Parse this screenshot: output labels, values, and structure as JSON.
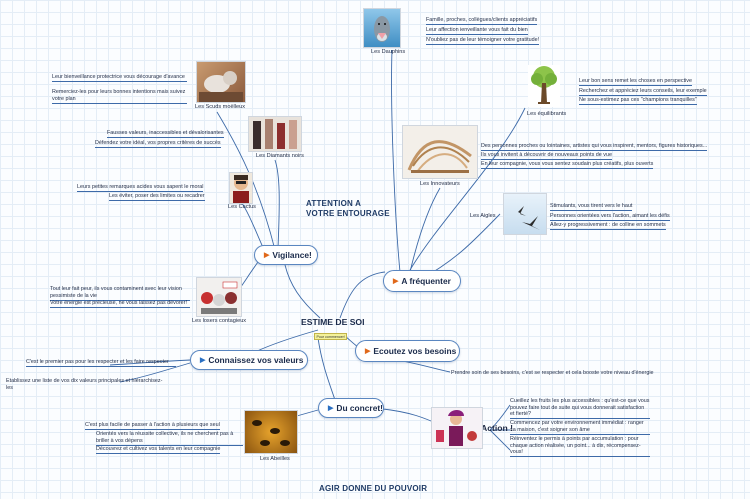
{
  "center": {
    "title": "ESTIME DE SOI",
    "badge": "Pour commencer!"
  },
  "headings": {
    "attention": "ATTENTION A\nVOTRE ENTOURAGE",
    "footer": "AGIR DONNE DU  POUVOIR"
  },
  "main_nodes": {
    "vigilance": "Vigilance!",
    "frequenter": "A fréquenter",
    "connaissez": "Connaissez vos valeurs",
    "ecoutez": "Ecoutez vos besoins",
    "concret": "Du concret!",
    "action": "Action !"
  },
  "captions": {
    "dauphins": "Les Dauphins",
    "scuds": "Les Scuds moëlleux",
    "diamants": "Les Diamants noirs",
    "cactus": "Les Cactus",
    "equilibrants": "Les équilibrants",
    "innovateurs": "Les Innovateurs",
    "aigles": "Les Aigles",
    "losers": "Les losers contagieux",
    "abeilles": "Les Abeilles"
  },
  "notes": {
    "dauphins": [
      "Famille, proches, collègues/clients appréciatifs",
      "Leur affection ienveillante vous fait du bien",
      "N'oubliez pas de leur témoigner votre gratitude!"
    ],
    "scuds": [
      "Leur bienveillance protectrice vous décourage d'avance",
      "Remerciez-les pour leurs bonnes intentions mais suivez votre plan"
    ],
    "diamants": [
      "Fausses valeurs, inaccessibles et dévalorisantes",
      "Défendez votre idéal, vos propres critères de succès"
    ],
    "cactus": [
      "Leurs petites remarques acides vous sapent le moral",
      "Les éviter, poser des limites ou recadrer"
    ],
    "equilibrants": [
      "Leur bon sens remet les choses en perspective",
      "Recherchez et appréciez leurs conseils, leur exemple",
      "Ne sous-estimez pas ces \"champions tranquilles\""
    ],
    "innovateurs": [
      "Des personnes proches ou lointaines, artistes qui vous inspirent, mentors, figures historiques...",
      "Ils vous invitent à découvrir de nouveaux points de vue",
      "En leur compagnie, vous vous sentez soudain plus créatifs, plus ouverts"
    ],
    "aigles": [
      "Stimulants, vous tirent vers le haut",
      "Personnes orientées vers l'action, aimant les défis",
      "Allez-y progressivement : de colline en sommets"
    ],
    "losers": [
      "Tout leur fait peur, ils vous contaminent avec leur vision pessimiste de la vie",
      "Votre énergie est précieuse, ne vous laissez pas dévorer!"
    ],
    "connaissez": [
      "C'est le premier pas pour les respecter et les faire respecter",
      "Etablissez une liste de vos dix valeurs principales et hiérarchisez-les"
    ],
    "ecoutez": "Prendre soin de ses besoins, c'est se respecter et cela booste votre niveau d'énergie",
    "abeilles": [
      "C'est plus facile de passer à l'action à plusieurs que seul",
      "Orientés vers la réussite collective, ils ne cherchent pas à briller à vos dépens",
      "Découvrez et cultivez vos talents en leur compagnie"
    ],
    "action": [
      "Cueillez les fruits les plus accessibles : qu'est-ce que vous pouvez faire tout de suite qui vous donnerait satisfaction et fierté?",
      "Commencez par votre environnement immédiat : ranger sa maison, c'est soigner son âme",
      "Réinventez le permis à points par accumulation : pour chaque action réalisée, un point... à dix, récompensez-vous!"
    ]
  },
  "colors": {
    "branch": "#3d6aa8",
    "accent": "#e0681a",
    "accent_blue": "#2a6fc2",
    "heading": "#1f3b66"
  },
  "icons": {
    "node_marker": "flag-icon"
  }
}
